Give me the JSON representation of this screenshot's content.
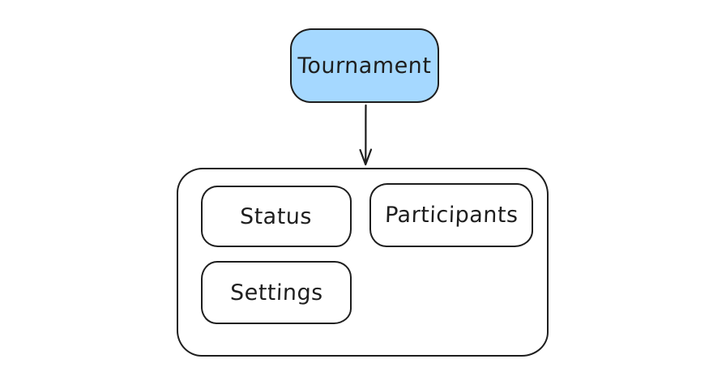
{
  "diagram": {
    "background": "#ffffff",
    "stroke_color": "#1e1e1e",
    "text_color": "#1e1e1e",
    "root_node": {
      "label": "Tournament",
      "fill": "#a5d8ff"
    },
    "connector": {
      "icon": "down-arrow-icon",
      "direction": "down"
    },
    "container": {
      "fill": "#ffffff",
      "children": [
        {
          "label": "Status"
        },
        {
          "label": "Participants"
        },
        {
          "label": "Settings"
        }
      ]
    }
  }
}
